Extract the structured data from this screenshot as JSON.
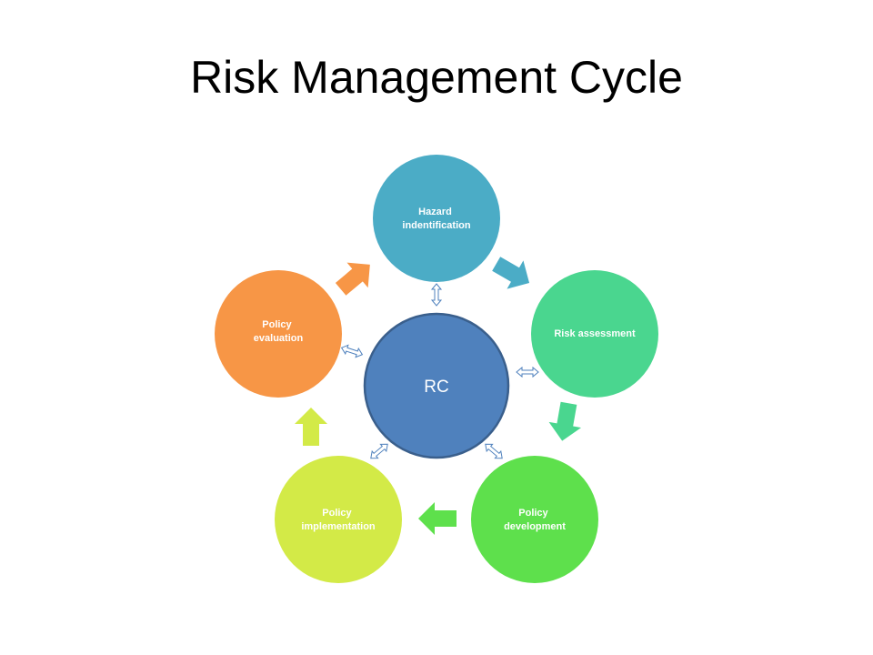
{
  "title": "Risk Management Cycle",
  "center": {
    "label": "RC",
    "color": "#4f81bd",
    "stroke": "#3a5f8c"
  },
  "nodes": [
    {
      "id": "hazard",
      "lines": [
        "Hazard",
        "indentification"
      ],
      "color": "#4bacc6"
    },
    {
      "id": "assessment",
      "lines": [
        "Risk assessment"
      ],
      "color": "#4ad68f"
    },
    {
      "id": "development",
      "lines": [
        "Policy",
        "development"
      ],
      "color": "#5ee04c"
    },
    {
      "id": "implementation",
      "lines": [
        "Policy",
        "implementation"
      ],
      "color": "#d3ea47"
    },
    {
      "id": "evaluation",
      "lines": [
        "Policy",
        "evaluation"
      ],
      "color": "#f79646"
    }
  ],
  "connector_color": "#4f81bd"
}
